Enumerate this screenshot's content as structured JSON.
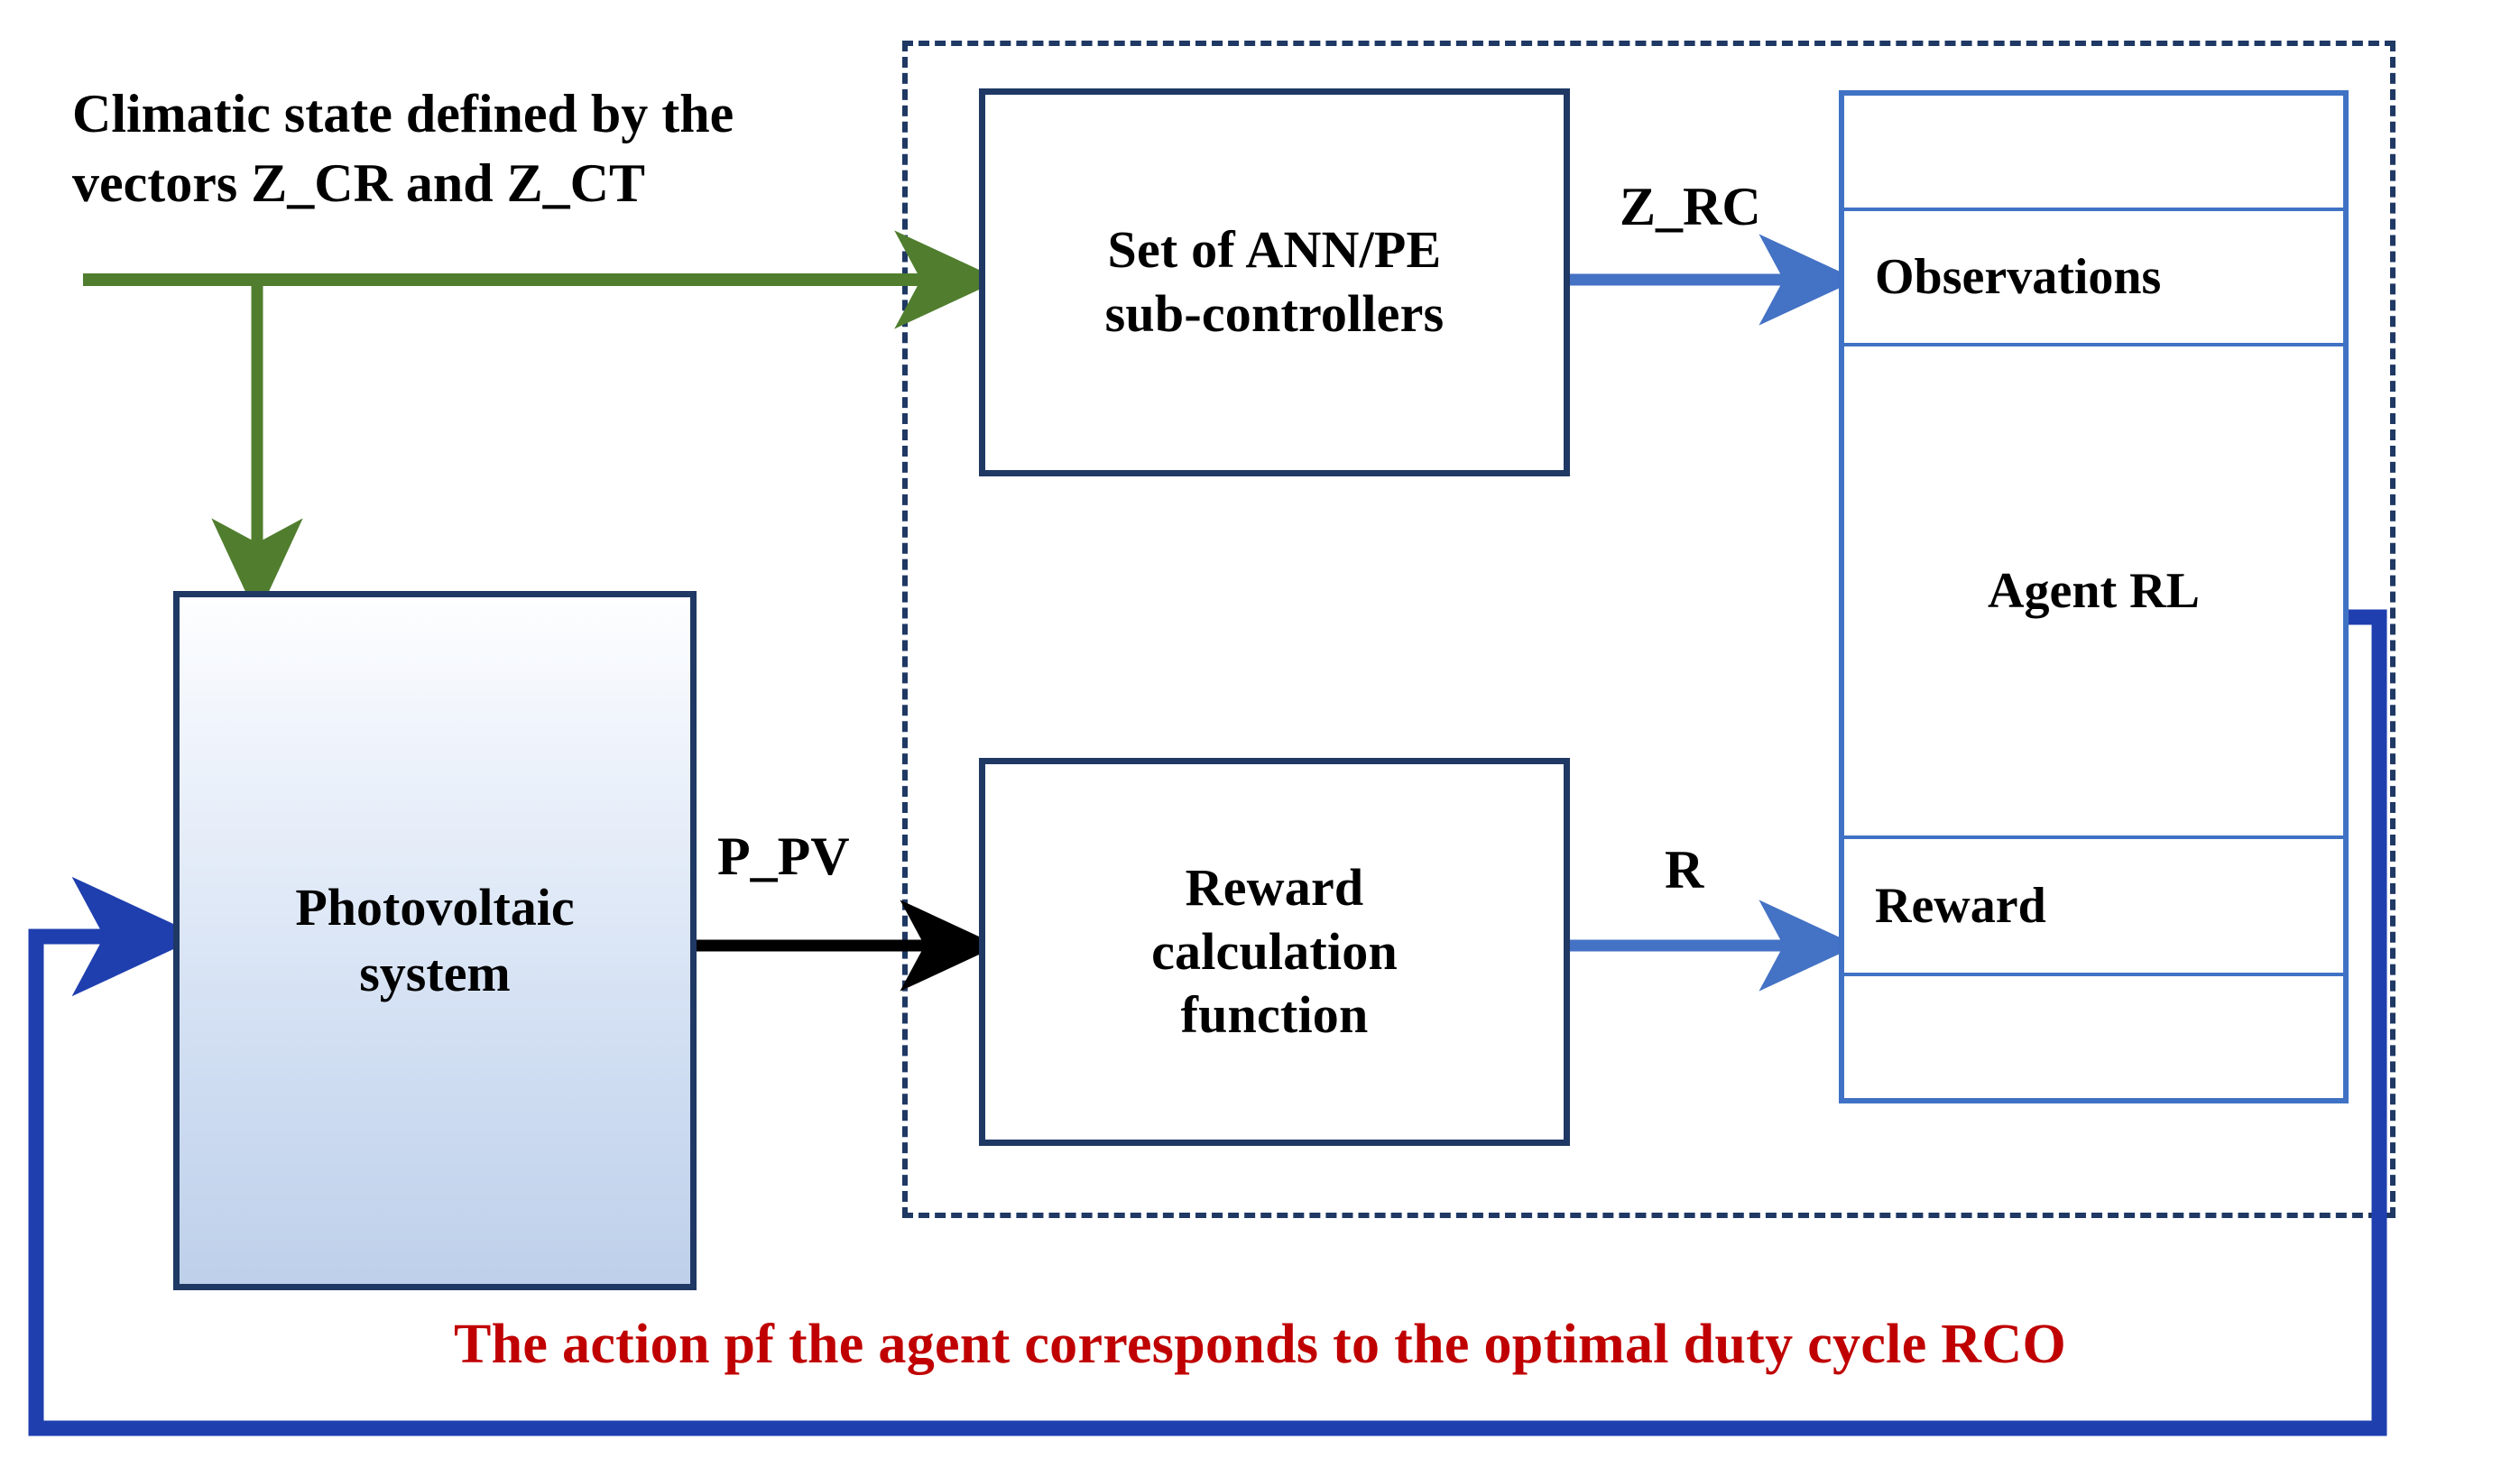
{
  "diagram": {
    "title_text_block": "Climatic state defined by the vectors Z_CR and Z_CT",
    "caption": "The action pf the agent corresponds to the optimal duty cycle RCO",
    "colors": {
      "navy_border": "#1F3864",
      "agent_border": "#3F72C4",
      "green_arrow": "#507E2E",
      "blue_arrow": "#4472C4",
      "feedback_loop": "#1F3FAF",
      "black_arrow": "#000000",
      "caption_red": "#C00000",
      "pv_gradient_top": "#FDFEFF",
      "pv_gradient_bottom": "#BED0EA"
    },
    "blocks": {
      "ann_pe": {
        "line1": "Set of ANN/PE",
        "line2": "sub-controllers"
      },
      "pv": {
        "line1": "Photovoltaic",
        "line2": "system"
      },
      "reward_fn": {
        "line1": "Reward",
        "line2": "calculation",
        "line3": "function"
      },
      "agent": {
        "center_label": "Agent RL",
        "observations_label": "Observations",
        "reward_label": "Reward"
      }
    },
    "edge_labels": {
      "z_rc": "Z_RC",
      "p_pv": "P_PV",
      "r": "R"
    }
  }
}
